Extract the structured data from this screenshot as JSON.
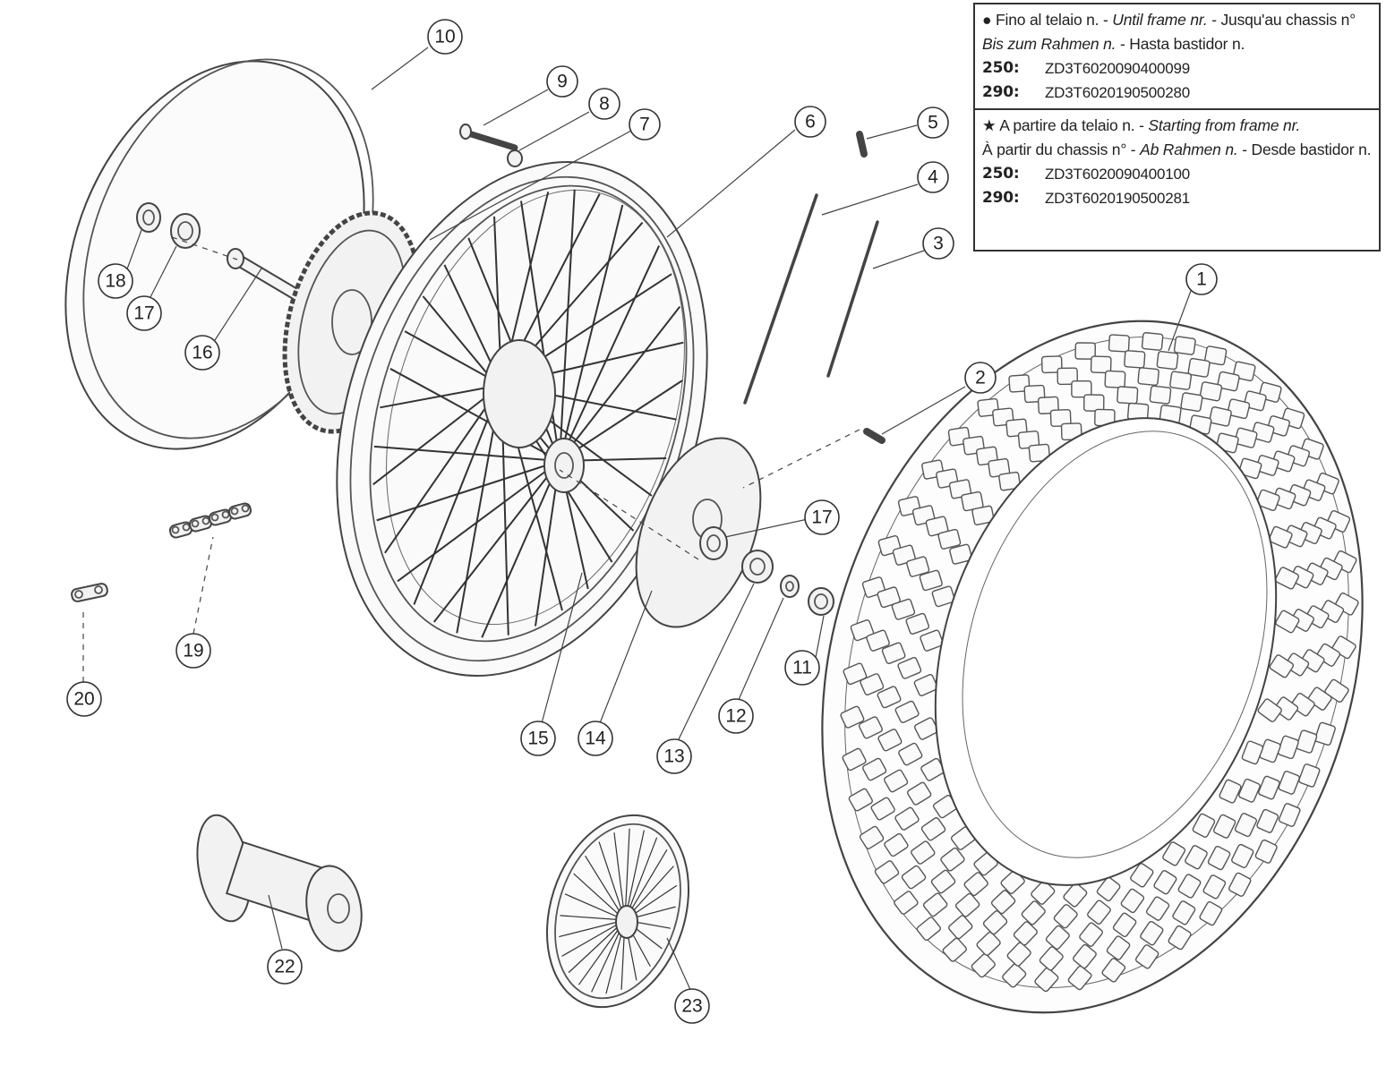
{
  "frame_box": {
    "until": {
      "symbol": "●",
      "line1_a": "Fino al telaio n. - ",
      "line1_b": "Until frame nr.",
      "line1_c": " - Jusqu'au chassis n°",
      "line2_a": "Bis zum Rahmen n.",
      "line2_b": " - Hasta bastidor n.",
      "rows": [
        {
          "model": "250:",
          "vin": "ZD3T6020090400099"
        },
        {
          "model": "290:",
          "vin": "ZD3T6020190500280"
        }
      ]
    },
    "from": {
      "symbol": "★",
      "line1_a": " A partire da telaio n. - ",
      "line1_b": "Starting from frame nr.",
      "line2_a": "À partir du chassis n° - ",
      "line2_b": "Ab Rahmen n.",
      "line2_c": " - Desde bastidor n.",
      "rows": [
        {
          "model": "250:",
          "vin": "ZD3T6020090400100"
        },
        {
          "model": "290:",
          "vin": "ZD3T6020190500281"
        }
      ]
    }
  },
  "callouts": [
    {
      "id": "1",
      "label": "1"
    },
    {
      "id": "2",
      "label": "2"
    },
    {
      "id": "3",
      "label": "3"
    },
    {
      "id": "4",
      "label": "4"
    },
    {
      "id": "5",
      "label": "5"
    },
    {
      "id": "6",
      "label": "6"
    },
    {
      "id": "7",
      "label": "7"
    },
    {
      "id": "8",
      "label": "8"
    },
    {
      "id": "9",
      "label": "9"
    },
    {
      "id": "10",
      "label": "10"
    },
    {
      "id": "11",
      "label": "11"
    },
    {
      "id": "12",
      "label": "12"
    },
    {
      "id": "13",
      "label": "13"
    },
    {
      "id": "14",
      "label": "14"
    },
    {
      "id": "15",
      "label": "15"
    },
    {
      "id": "16",
      "label": "16"
    },
    {
      "id": "17a",
      "label": "17"
    },
    {
      "id": "17b",
      "label": "17"
    },
    {
      "id": "18",
      "label": "18"
    },
    {
      "id": "19",
      "label": "19"
    },
    {
      "id": "20",
      "label": "20"
    },
    {
      "id": "22",
      "label": "22"
    },
    {
      "id": "23",
      "label": "23"
    }
  ]
}
